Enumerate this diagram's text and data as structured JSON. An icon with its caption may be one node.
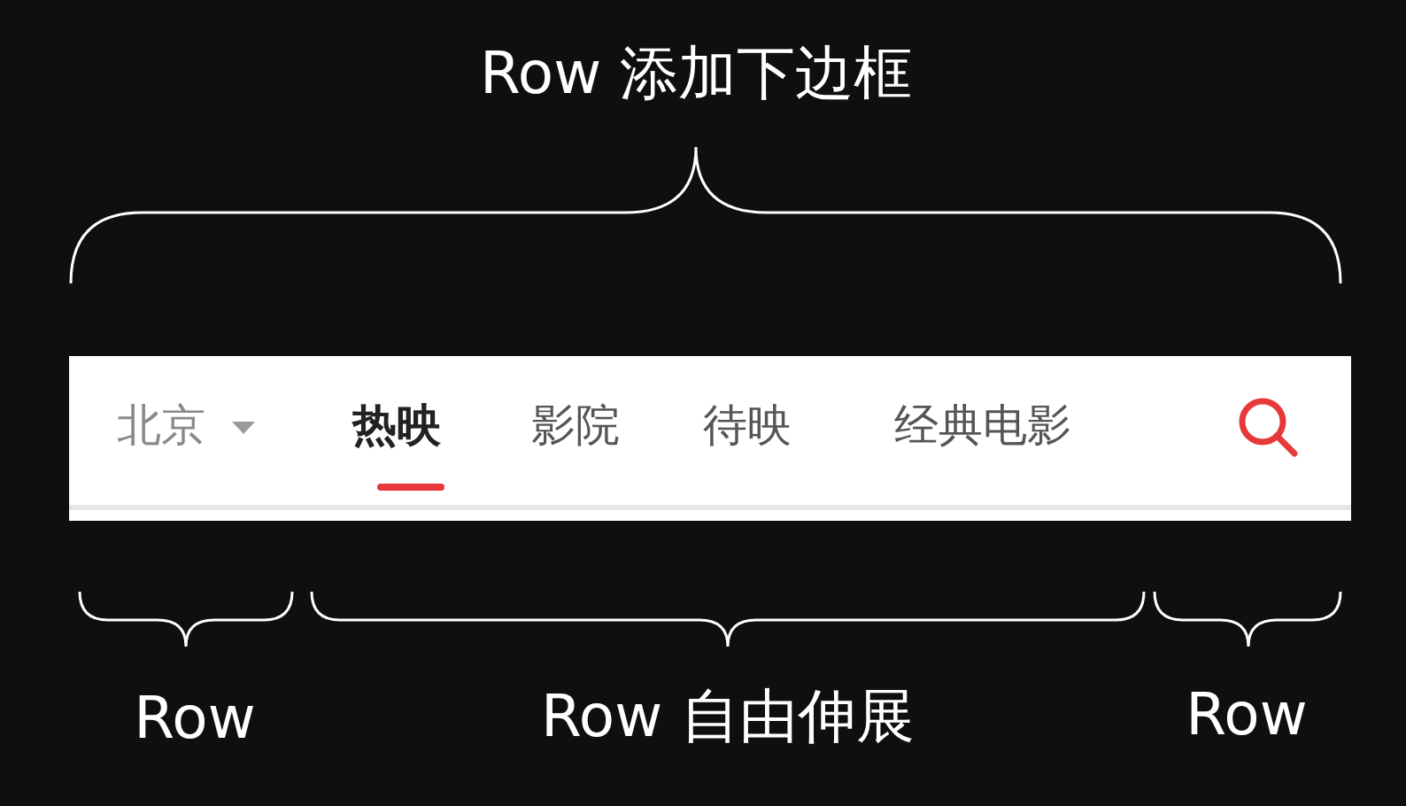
{
  "diagram": {
    "nodes": [
      {
        "text": [
          "北京",
          "热映",
          "影院",
          "待映",
          "经典电影"
        ]
      }
    ],
    "labels": [
      "Row 添加下边框",
      "Row",
      "Row 自由伸展",
      "Row"
    ]
  }
}
